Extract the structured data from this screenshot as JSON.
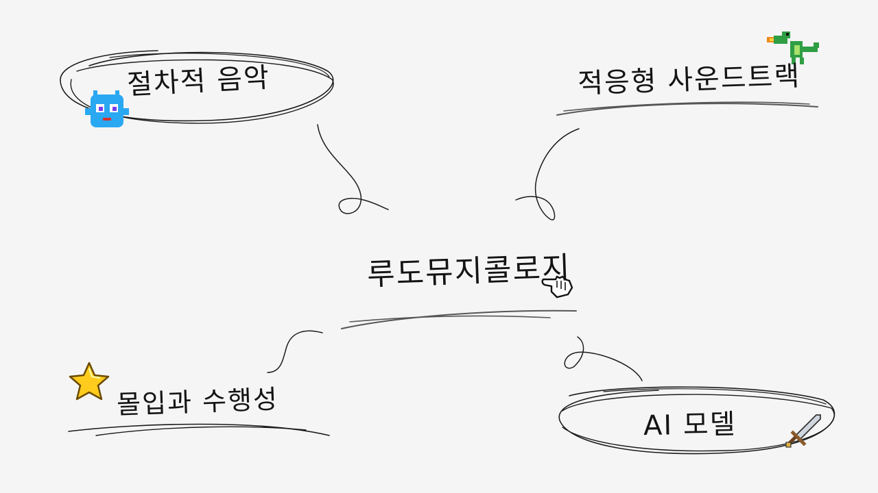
{
  "center": {
    "label": "루도뮤지콜로지",
    "icon": "pointing-hand-icon"
  },
  "topics": [
    {
      "id": "top-left",
      "label": "절차적 음악",
      "icon": "blue-monster-icon",
      "highlight": "ellipse"
    },
    {
      "id": "top-right",
      "label": "적응형 사운드트랙",
      "icon": "green-dragon-icon",
      "highlight": "underline"
    },
    {
      "id": "bottom-left",
      "label": "몰입과 수행성",
      "icon": "star-icon",
      "highlight": "underline"
    },
    {
      "id": "bottom-right",
      "label": "AI 모델",
      "icon": "sword-icon",
      "highlight": "ellipse"
    }
  ],
  "colors": {
    "background": "#f5f5f5",
    "ink": "#1a1a1a",
    "pencil": "#555555"
  }
}
